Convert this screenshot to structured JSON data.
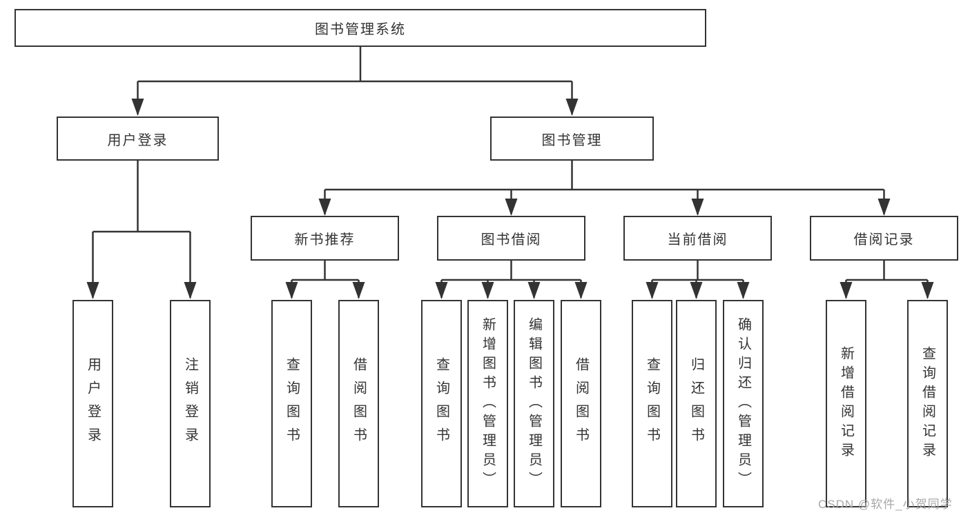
{
  "title": "图书管理系统",
  "watermark": "CSDN @软件_小贺同学",
  "colors": {
    "line": "#333333",
    "text": "#333333",
    "background": "#ffffff",
    "watermark": "#a8a8a8"
  },
  "tree": {
    "label": "图书管理系统",
    "children": [
      {
        "label": "用户登录",
        "children": [
          {
            "label": "用户登录"
          },
          {
            "label": "注销登录"
          }
        ]
      },
      {
        "label": "图书管理",
        "children": [
          {
            "label": "新书推荐",
            "children": [
              {
                "label": "查询图书"
              },
              {
                "label": "借阅图书"
              }
            ]
          },
          {
            "label": "图书借阅",
            "children": [
              {
                "label": "查询图书"
              },
              {
                "label": "新增图书（管理员）"
              },
              {
                "label": "编辑图书（管理员）"
              },
              {
                "label": "借阅图书"
              }
            ]
          },
          {
            "label": "当前借阅",
            "children": [
              {
                "label": "查询图书"
              },
              {
                "label": "归还图书"
              },
              {
                "label": "确认归还（管理员）"
              }
            ]
          },
          {
            "label": "借阅记录",
            "children": [
              {
                "label": "新增借阅记录"
              },
              {
                "label": "查询借阅记录"
              }
            ]
          }
        ]
      }
    ]
  }
}
